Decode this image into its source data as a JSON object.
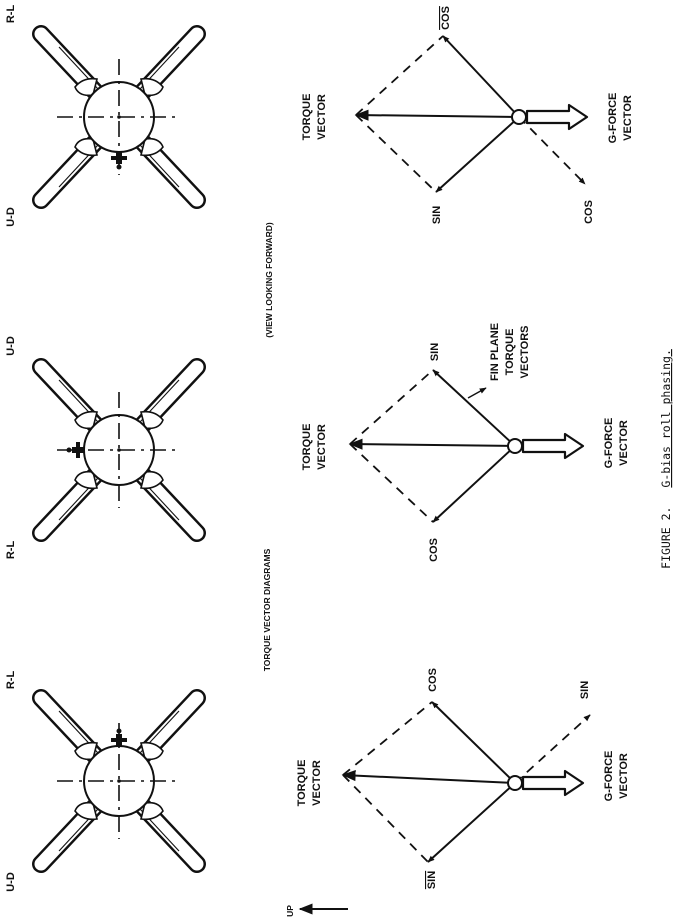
{
  "rolls": [
    {
      "left": "U-D",
      "right": "R-L"
    },
    {
      "left": "R-L",
      "right": "U-D"
    },
    {
      "left": "U-D",
      "right": "R-L"
    }
  ],
  "view_note": "(VIEW LOOKING FORWARD)",
  "diagrams_title": "TORQUE VECTOR DIAGRAMS",
  "up_label": "UP",
  "torque_vector_line1": "TORQUE",
  "torque_vector_line2": "VECTOR",
  "gforce_line1": "G-FORCE",
  "gforce_line2": "VECTOR",
  "fin_plane_line1": "FIN PLANE",
  "fin_plane_line2": "TORQUE",
  "fin_plane_line3": "VECTORS",
  "sin_label": "SIN",
  "cos_label": "COS",
  "caption_prefix": "FIGURE 2.",
  "caption_title": "G-bias roll phasing."
}
